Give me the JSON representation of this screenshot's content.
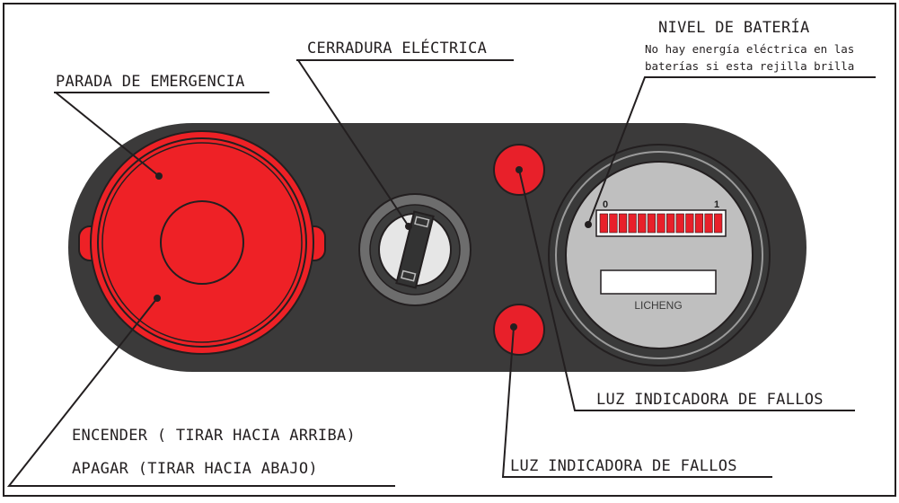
{
  "labels": {
    "emergency_stop": "PARADA DE EMERGENCIA",
    "electric_lock": "CERRADURA ELÉCTRICA",
    "battery_level_title": "NIVEL DE BATERÍA",
    "battery_note_line1": "No hay energía eléctrica en las",
    "battery_note_line2": "baterías si esta rejilla brilla",
    "fault_light_upper": "LUZ INDICADORA DE FALLOS",
    "fault_light_lower": "LUZ INDICADORA DE FALLOS",
    "power_on": "ENCENDER ( TIRAR HACIA ARRIBA)",
    "power_off": "APAGAR (TIRAR HACIA ABAJO)"
  },
  "gauge": {
    "min_label": "0",
    "max_label": "1",
    "brand": "LICHENG",
    "segments": 13
  },
  "colors": {
    "panel": "#3b3a3a",
    "button_red": "#ee2126",
    "led_red": "#e8202a",
    "border": "#231f20"
  }
}
